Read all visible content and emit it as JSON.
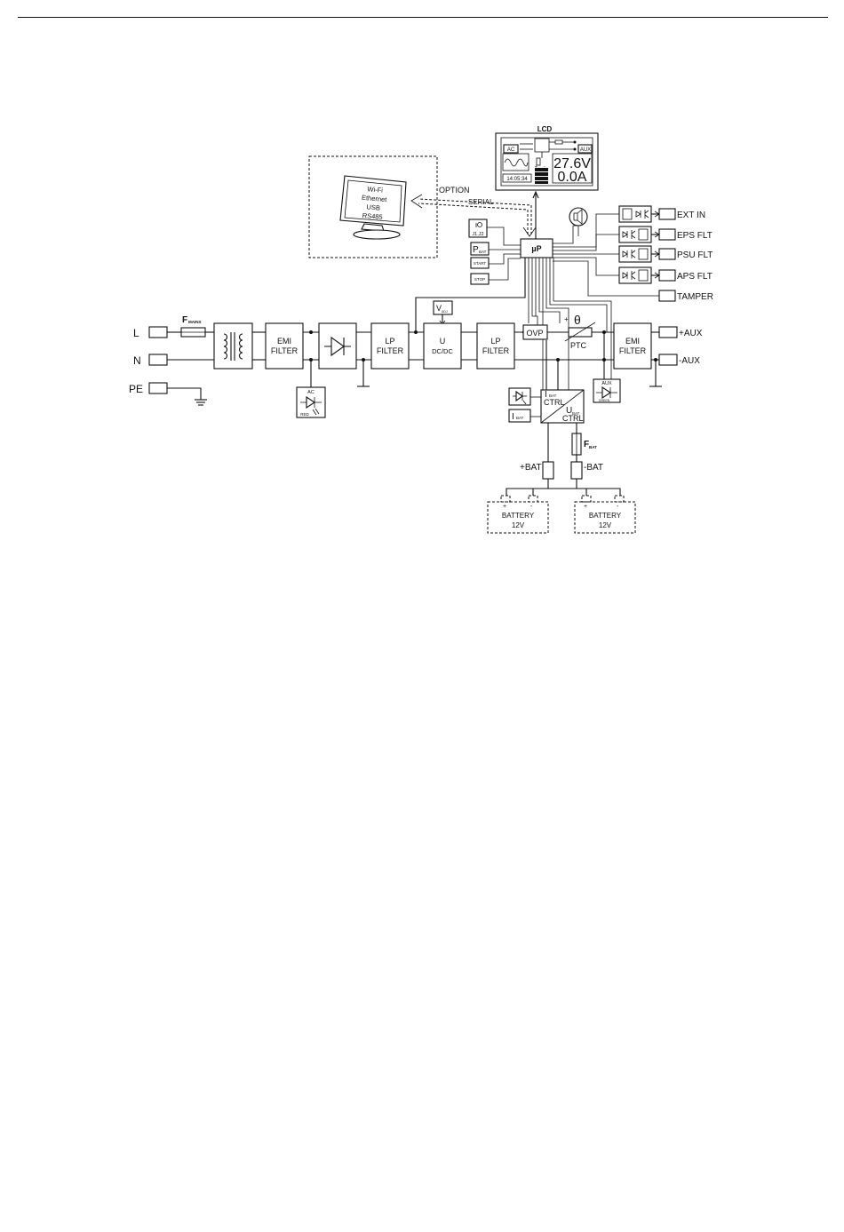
{
  "diagram": {
    "terminals": {
      "l": "L",
      "n": "N",
      "pe": "PE",
      "plus_aux": "+AUX",
      "minus_aux": "-AUX",
      "plus_bat": "+BAT",
      "minus_bat": "-BAT",
      "ext_in": "EXT IN",
      "eps_flt": "EPS FLT",
      "psu_flt": "PSU FLT",
      "aps_flt": "APS FLT",
      "tamper": "TAMPER"
    },
    "fuses": {
      "mains_main": "F",
      "mains_sub": "MAINS",
      "bat_main": "F",
      "bat_sub": "BAT"
    },
    "blocks": {
      "emi_line1": "EMI",
      "emi_line2": "FILTER",
      "lp_line1": "LP",
      "lp_line2": "FILTER",
      "dcdc_line1": "U",
      "dcdc_line2": "DC/DC",
      "vadj_main": "V",
      "vadj_sub": "ADJ",
      "ovp": "OVP",
      "ptc": "PTC",
      "theta": "θ",
      "micro": "µP",
      "ibat_ctrl_main": "I",
      "ibat_ctrl_sub": "BAT",
      "ctrl": "CTRL",
      "ubat_ctrl_main": "U",
      "ubat_ctrl_sub": "BAT",
      "ibat_sensor_main": "I",
      "ibat_sensor_sub": "BAT",
      "pbat_main": "P",
      "pbat_sub": "BAT",
      "start": "START",
      "stop": "STOP",
      "jumpers": "J1,J2",
      "ac_led": "AC",
      "ac_led_color": "RED",
      "aux_led": "AUX",
      "aux_led_color": "GREEN"
    },
    "lcd": {
      "label": "LCD",
      "ac_tag": "AC",
      "aux_tag": "AUX",
      "voltage": "27.6V",
      "current": "0.0A",
      "time": "14:05:34"
    },
    "option": {
      "label": "OPTION",
      "serial": "SERIAL",
      "interfaces": [
        "Wi-Fi",
        "Ethernet",
        "USB",
        "RS485"
      ]
    },
    "batteries": [
      {
        "label": "BATTERY",
        "voltage": "12V"
      },
      {
        "label": "BATTERY",
        "voltage": "12V"
      }
    ],
    "battery_polarity": {
      "plus": "+",
      "minus": "-"
    }
  }
}
